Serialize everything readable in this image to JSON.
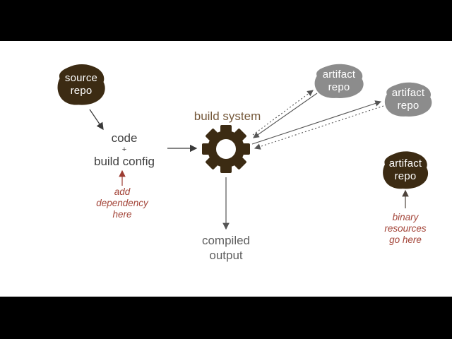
{
  "diagram": {
    "title": "build system",
    "nodes": {
      "source_repo": {
        "line1": "source",
        "line2": "repo"
      },
      "artifact_repo_1": {
        "line1": "artifact",
        "line2": "repo"
      },
      "artifact_repo_2": {
        "line1": "artifact",
        "line2": "repo"
      },
      "artifact_repo_3": {
        "line1": "artifact",
        "line2": "repo"
      },
      "code_config": {
        "line1": "code",
        "line2": "+",
        "line3": "build config"
      },
      "compiled_output": {
        "line1": "compiled",
        "line2": "output"
      }
    },
    "annotations": {
      "add_dependency": {
        "line1": "add",
        "line2": "dependency",
        "line3": "here"
      },
      "binary_resources": {
        "line1": "binary",
        "line2": "resources",
        "line3": "go here"
      }
    },
    "colors": {
      "repo_brown": "#3c2b13",
      "repo_gray": "#8c8c8c",
      "gear_brown": "#3c2b13",
      "title_brown": "#75583a",
      "annotation_red": "#a34438",
      "arrow_dark": "#3a3a3a",
      "arrow_gray": "#555555",
      "arrow_red": "#9c3c32",
      "arrow_brown": "#4e443c",
      "letterbox": "#000000",
      "stage_background": "#ffffff"
    }
  }
}
